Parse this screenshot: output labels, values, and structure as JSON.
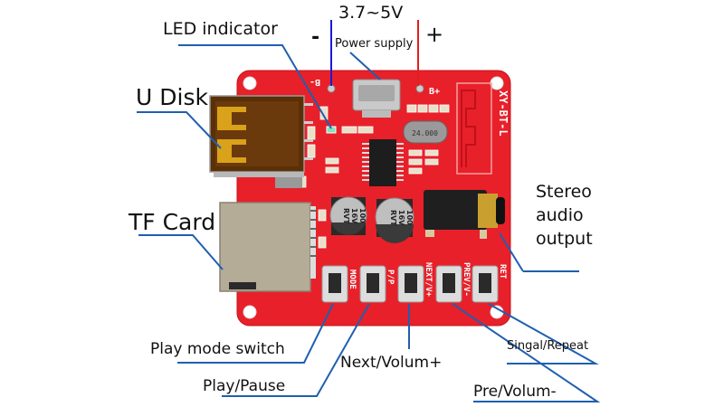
{
  "diagram": {
    "title": "XY-BT-L Bluetooth audio decoder board",
    "board_label": "XY-BT-L",
    "crystal_label": "24.000",
    "capacitors": [
      {
        "lines": [
          "100",
          "16V",
          "RVT"
        ]
      },
      {
        "lines": [
          "100",
          "16V",
          "RVT"
        ]
      }
    ],
    "pad_labels": {
      "minus": "B-",
      "plus": "B+"
    },
    "button_silkscreen": [
      "MODE",
      "P/P",
      "NEXT/V+",
      "PREV/V-",
      "RET"
    ],
    "power": {
      "voltage": "3.7~5V",
      "label": "Power supply",
      "minus_sign": "-",
      "plus_sign": "+",
      "minus_color": "#1a1ad6",
      "plus_color": "#e02020"
    },
    "callouts": {
      "led": "LED indicator",
      "u_disk": "U Disk",
      "tf_card": "TF Card",
      "stereo": [
        "Stereo",
        "audio",
        "output"
      ],
      "play_mode": "Play mode switch",
      "play_pause": "Play/Pause",
      "next_vol": "Next/Volum+",
      "pre_vol": "Pre/Volum-",
      "single_repeat": "Singal/Repeat"
    },
    "colors": {
      "pcb": "#e8202a",
      "leader": "#1f5fb0"
    }
  }
}
